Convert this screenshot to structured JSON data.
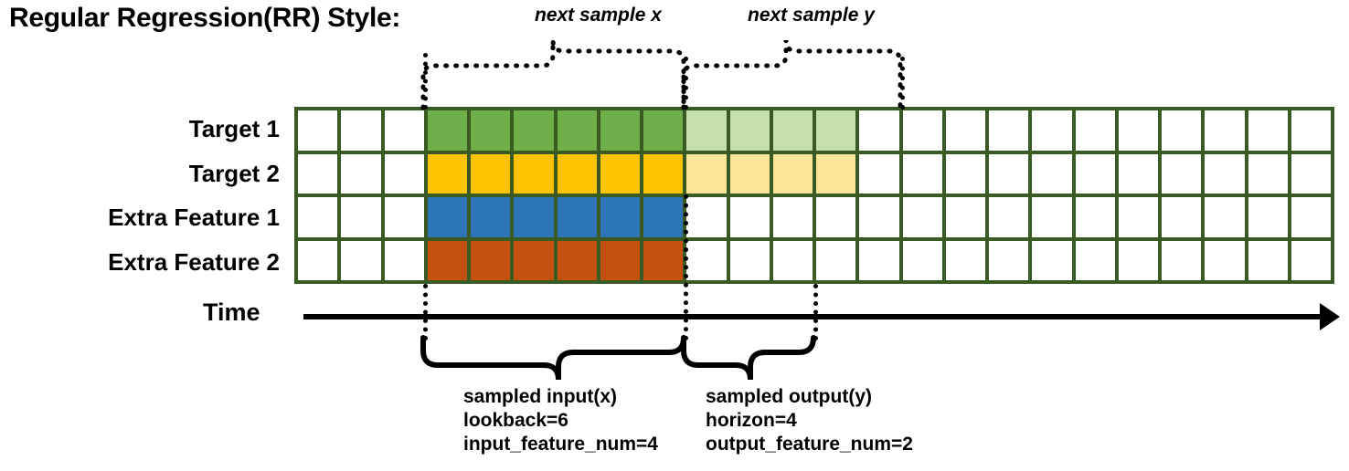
{
  "title": "Regular Regression(RR) Style:",
  "rows": [
    {
      "label": "Target 1",
      "key": "target1"
    },
    {
      "label": "Target 2",
      "key": "target2"
    },
    {
      "label": "Extra Feature 1",
      "key": "extra1"
    },
    {
      "label": "Extra Feature 2",
      "key": "extra2"
    }
  ],
  "grid": {
    "columns": 24,
    "rows": 4,
    "border_color": "#3a5a23",
    "empty_color": "#ffffff",
    "input_start_col": 4,
    "input_end_col": 9,
    "output_start_col": 10,
    "output_end_col": 13,
    "fills": [
      [
        "white",
        "white",
        "white",
        "green",
        "green",
        "green",
        "green",
        "green",
        "green",
        "greenlt",
        "greenlt",
        "greenlt",
        "greenlt",
        "white",
        "white",
        "white",
        "white",
        "white",
        "white",
        "white",
        "white",
        "white",
        "white",
        "white"
      ],
      [
        "white",
        "white",
        "white",
        "gold",
        "gold",
        "gold",
        "gold",
        "gold",
        "gold",
        "goldlt",
        "goldlt",
        "goldlt",
        "goldlt",
        "white",
        "white",
        "white",
        "white",
        "white",
        "white",
        "white",
        "white",
        "white",
        "white",
        "white"
      ],
      [
        "white",
        "white",
        "white",
        "blue",
        "blue",
        "blue",
        "blue",
        "blue",
        "blue",
        "white",
        "white",
        "white",
        "white",
        "white",
        "white",
        "white",
        "white",
        "white",
        "white",
        "white",
        "white",
        "white",
        "white",
        "white"
      ],
      [
        "white",
        "white",
        "white",
        "orange",
        "orange",
        "orange",
        "orange",
        "orange",
        "orange",
        "white",
        "white",
        "white",
        "white",
        "white",
        "white",
        "white",
        "white",
        "white",
        "white",
        "white",
        "white",
        "white",
        "white",
        "white"
      ]
    ],
    "colors": {
      "green": "#6faf4a",
      "greenlt": "#c6dfae",
      "gold": "#fdc300",
      "goldlt": "#fde598",
      "blue": "#2d75b6",
      "orange": "#c4510f",
      "white": "#ffffff"
    }
  },
  "axis": {
    "label": "Time",
    "direction": "right"
  },
  "top_annotations": [
    {
      "text": "next sample x"
    },
    {
      "text": "next sample y"
    }
  ],
  "bottom_annotations": {
    "input": {
      "line1": "sampled input(x)",
      "line2": "lookback=6",
      "line3": "input_feature_num=4"
    },
    "output": {
      "line1": "sampled output(y)",
      "line2": "horizon=4",
      "line3": "output_feature_num=2"
    }
  }
}
